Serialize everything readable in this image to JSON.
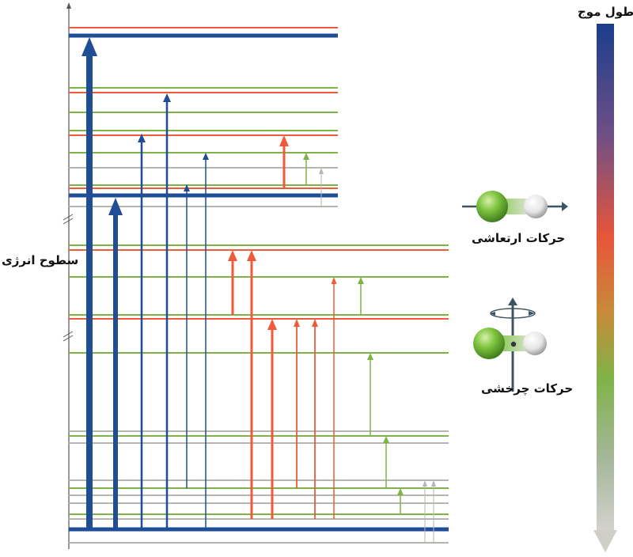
{
  "labels": {
    "energy_levels": "سطوح انرژی",
    "wavelength": "طول موج",
    "vibrational_motion": "حرکات ارتعاشی",
    "rotational_motion": "حرکات چرخشی"
  },
  "colors": {
    "blue": "#1f4e96",
    "red": "#ee5a3a",
    "green": "#7fb347",
    "gray": "#b4b6b0",
    "axis": "#555555",
    "gradient_stops": [
      "#1a3e8c",
      "#6f4f86",
      "#e8553a",
      "#c88a3a",
      "#7fb347",
      "#a5b79a",
      "#d3d2cc"
    ]
  },
  "icons": {
    "vibration_molecule": "molecule-vibration-icon",
    "rotation_molecule": "molecule-rotation-icon",
    "wavelength_arrow": "gradient-arrow-down-icon"
  }
}
